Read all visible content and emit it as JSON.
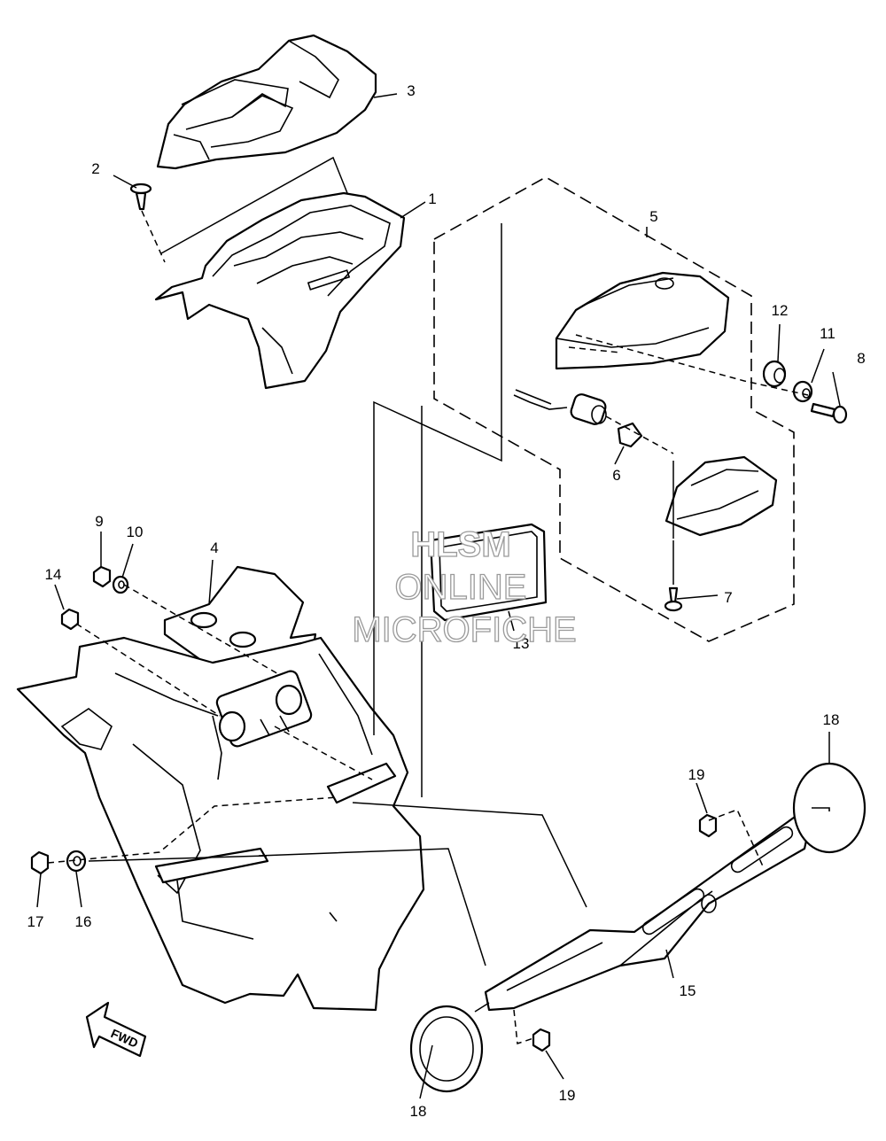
{
  "callouts": {
    "c1": "1",
    "c2": "2",
    "c3": "3",
    "c4": "4",
    "c5": "5",
    "c6": "6",
    "c7": "7",
    "c8": "8",
    "c9": "9",
    "c10": "10",
    "c11": "11",
    "c12": "12",
    "c13": "13",
    "c14": "14",
    "c15": "15",
    "c16": "16",
    "c17": "17",
    "c18a": "18",
    "c18b": "18",
    "c19a": "19",
    "c19b": "19"
  },
  "watermark": {
    "line1": "HLSM",
    "line2": "ONLINE",
    "line3": "MICROFICHE"
  },
  "fwd_label": "FWD"
}
